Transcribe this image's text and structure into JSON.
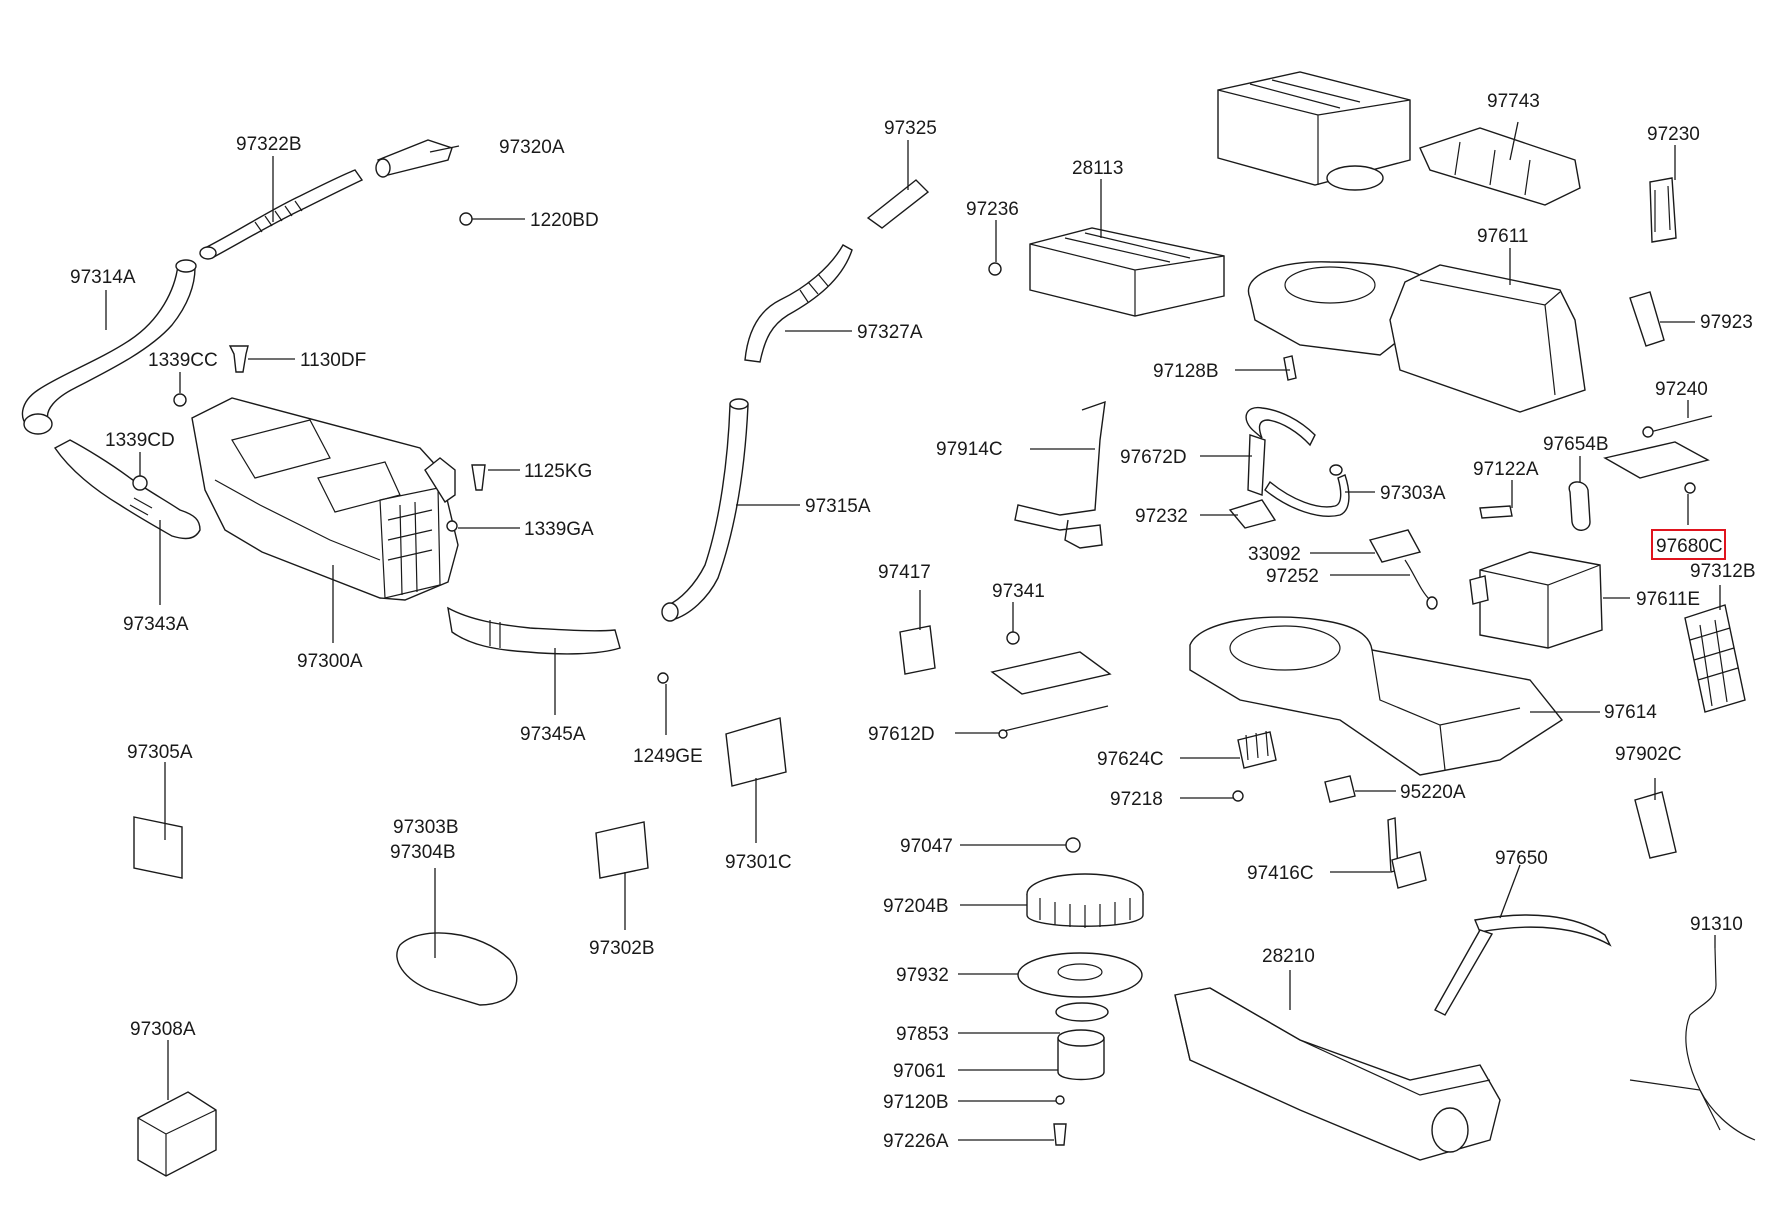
{
  "highlight_color": "#e0141e",
  "labels": {
    "p97322B": "97322B",
    "p97320A": "97320A",
    "p1220BD": "1220BD",
    "p97314A": "97314A",
    "p1339CC": "1339CC",
    "p1130DF": "1130DF",
    "p1339CD": "1339CD",
    "p1125KG": "1125KG",
    "p1339GA": "1339GA",
    "p97343A": "97343A",
    "p97300A": "97300A",
    "p97345A": "97345A",
    "p97325": "97325",
    "p97327A": "97327A",
    "p97315A": "97315A",
    "p1249GE": "1249GE",
    "p97301C": "97301C",
    "p97305A": "97305A",
    "p97303B": "97303B",
    "p97304B": "97304B",
    "p97302B": "97302B",
    "p97308A": "97308A",
    "p28113": "28113",
    "p97236": "97236",
    "p97743": "97743",
    "p97230": "97230",
    "p97611": "97611",
    "p97923": "97923",
    "p97128B": "97128B",
    "p97240": "97240",
    "p97914C": "97914C",
    "p97672D": "97672D",
    "p97654B": "97654B",
    "p97122A": "97122A",
    "p97303A": "97303A",
    "p97232": "97232",
    "p97680C": "97680C",
    "p33092": "33092",
    "p97312B": "97312B",
    "p97252": "97252",
    "p97611E": "97611E",
    "p97417": "97417",
    "p97341": "97341",
    "p97614": "97614",
    "p97612D": "97612D",
    "p97624C": "97624C",
    "p97902C": "97902C",
    "p97218": "97218",
    "p95220A": "95220A",
    "p97047": "97047",
    "p97416C": "97416C",
    "p97650": "97650",
    "p97204B": "97204B",
    "p91310": "91310",
    "p28210": "28210",
    "p97932": "97932",
    "p97853": "97853",
    "p97061": "97061",
    "p97120B": "97120B",
    "p97226A": "97226A"
  }
}
